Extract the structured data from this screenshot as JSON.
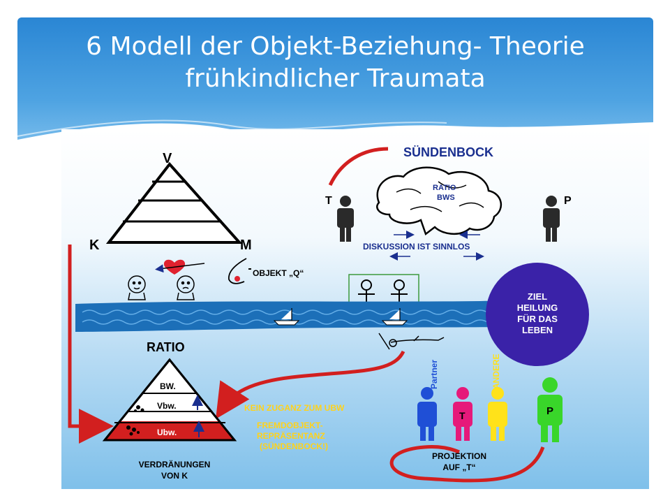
{
  "slide": {
    "title_line1": "6 Modell der Objekt-Beziehung- Theorie",
    "title_line2": "frühkindlicher Traumata"
  },
  "diagram": {
    "triangle_top": {
      "v": "V",
      "k": "K",
      "m": "M"
    },
    "objekt_label": "OBJEKT „Q“",
    "scapegoat": {
      "title": "SÜNDENBOCK",
      "brain_line1": "RATIO",
      "brain_line2": "BWS",
      "left_person": "T",
      "right_person": "P",
      "discussion": "DISKUSSION IST SINNLOS"
    },
    "goal": {
      "line1": "ZIEL",
      "line2": "HEILUNG",
      "line3": "FÜR DAS",
      "line4": "LEBEN"
    },
    "ratio_pyramid": {
      "title": "RATIO",
      "bw": "BW.",
      "vbw": "Vbw.",
      "ubw": "Ubw.",
      "caption_line1": "VERDRÄNUNGEN",
      "caption_line2": "VON K"
    },
    "no_access": "KEIN ZUGANZ ZUM UBW",
    "foreign_object": {
      "line1": "FREMDOBJEKT-",
      "line2": "REPRÄSENTANZ",
      "line3": "(SÜNDENBOCK!)"
    },
    "projection": {
      "label_partner": "Partner",
      "label_t": "T",
      "label_andere": "ANDERE",
      "label_p": "P",
      "caption_line1": "PROJEKTION",
      "caption_line2": "AUF „T“"
    },
    "colors": {
      "red": "#d21f1f",
      "navy": "#1a2f8f",
      "purple_circle": "#3a22a8",
      "yellow_text": "#ffd21a",
      "water": "#1c6fb8",
      "partner": "#1f4fd6",
      "t_person": "#e6197a",
      "andere": "#ffe21a",
      "p_person": "#39d62a"
    }
  }
}
